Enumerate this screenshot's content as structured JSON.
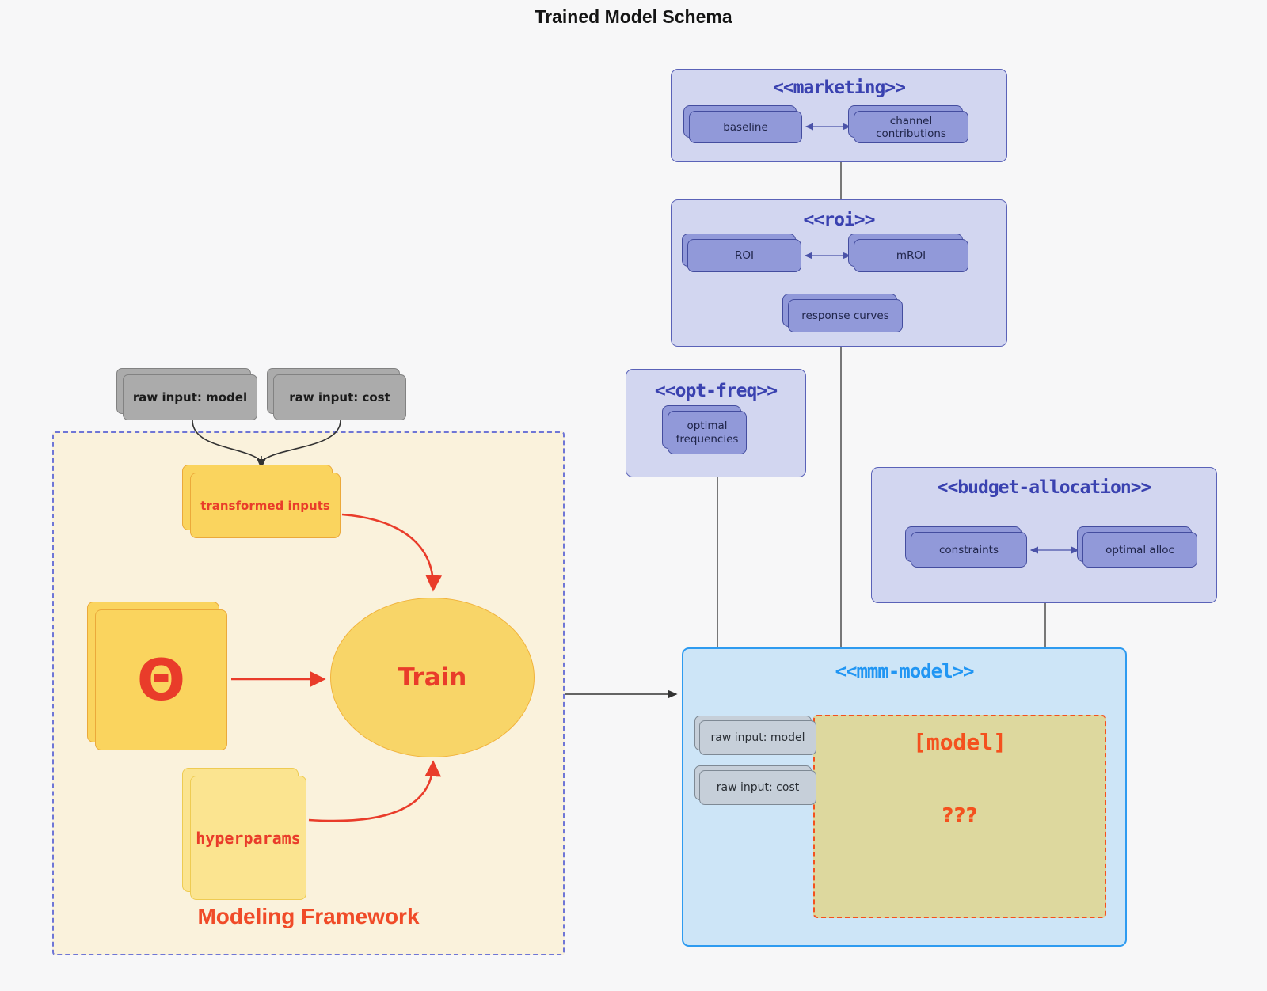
{
  "title": "Trained Model Schema",
  "groups": {
    "marketing": {
      "label": "<<marketing>>"
    },
    "roi": {
      "label": "<<roi>>"
    },
    "opt_freq": {
      "label": "<<opt-freq>>"
    },
    "budget": {
      "label": "<<budget-allocation>>"
    },
    "mmm": {
      "label": "<<mmm-model>>"
    },
    "framework": {
      "label": "Modeling Framework"
    }
  },
  "nodes": {
    "baseline": "baseline",
    "channel_contributions": "channel contributions",
    "roi": "ROI",
    "mroi": "mROI",
    "response_curves": "response curves",
    "optimal_frequencies": "optimal frequencies",
    "constraints": "constraints",
    "optimal_alloc": "optimal alloc",
    "raw_input_model": "raw input: model",
    "raw_input_cost": "raw input: cost",
    "transformed_inputs": "transformed inputs",
    "theta": "Θ",
    "train": "Train",
    "hyperparams": "hyperparams",
    "mmm_raw_input_model": "raw input: model",
    "mmm_raw_input_cost": "raw input: cost",
    "model_placeholder": "[model]",
    "unknown": "???"
  },
  "colors": {
    "page_background": "#f7f7f8",
    "purple_group_fill": "#d2d6f0",
    "purple_group_border": "#5a62b8",
    "purple_title_text": "#3a42b0",
    "purple_node_fill": "#9199d9",
    "purple_node_border": "#444d9f",
    "gray_node_fill": "#ababab",
    "framework_fill": "#faf2dc",
    "framework_dashed_border": "#6f76d6",
    "yellow_node_fill": "#fad45e",
    "yellow_node_border": "#eba93a",
    "light_yellow_fill": "#fbe490",
    "red_accent": "#e93c2a",
    "mmm_fill": "#cde5f7",
    "mmm_border": "#2e9bf0",
    "mmm_title_text": "#2196f3",
    "model_box_fill": "#ddd89e",
    "model_box_border": "#f4511e",
    "connector_gray": "#4d4d4d",
    "purple_arrow": "#4a52a8"
  }
}
